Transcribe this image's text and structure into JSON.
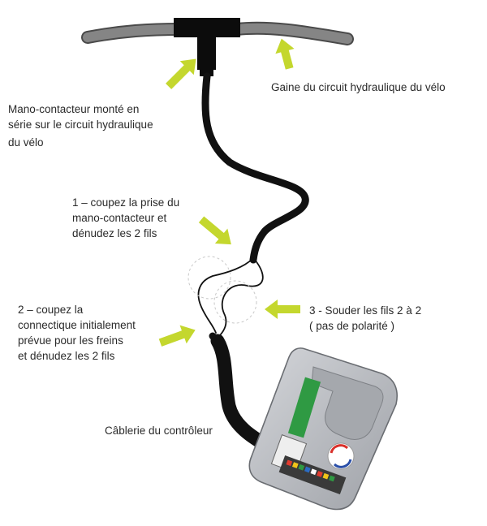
{
  "labels": {
    "hose": "Gaine du circuit hydraulique du vélo",
    "switch": [
      "Mano-contacteur monté en",
      "série sur le circuit hydraulique",
      "du vélo"
    ],
    "step1": [
      "1 – coupez la prise du",
      "mano-contacteur et",
      "dénudez les 2 fils"
    ],
    "step2": [
      "2 – coupez la",
      "connectique initialement",
      "prévue pour les freins",
      "et dénudez les 2 fils"
    ],
    "step3": [
      "3 - Souder les fils 2 à 2",
      "( pas de polarité )"
    ],
    "controller_cable": "Câblerie du contrôleur"
  },
  "colors": {
    "arrow": "#c4d72e",
    "hose": "#7d7d7d",
    "cable": "#111111",
    "controller_body": "#b9bcc2",
    "terminal_green": "#2f9a43"
  },
  "icons": {
    "logo": "circular-arrows-logo"
  }
}
